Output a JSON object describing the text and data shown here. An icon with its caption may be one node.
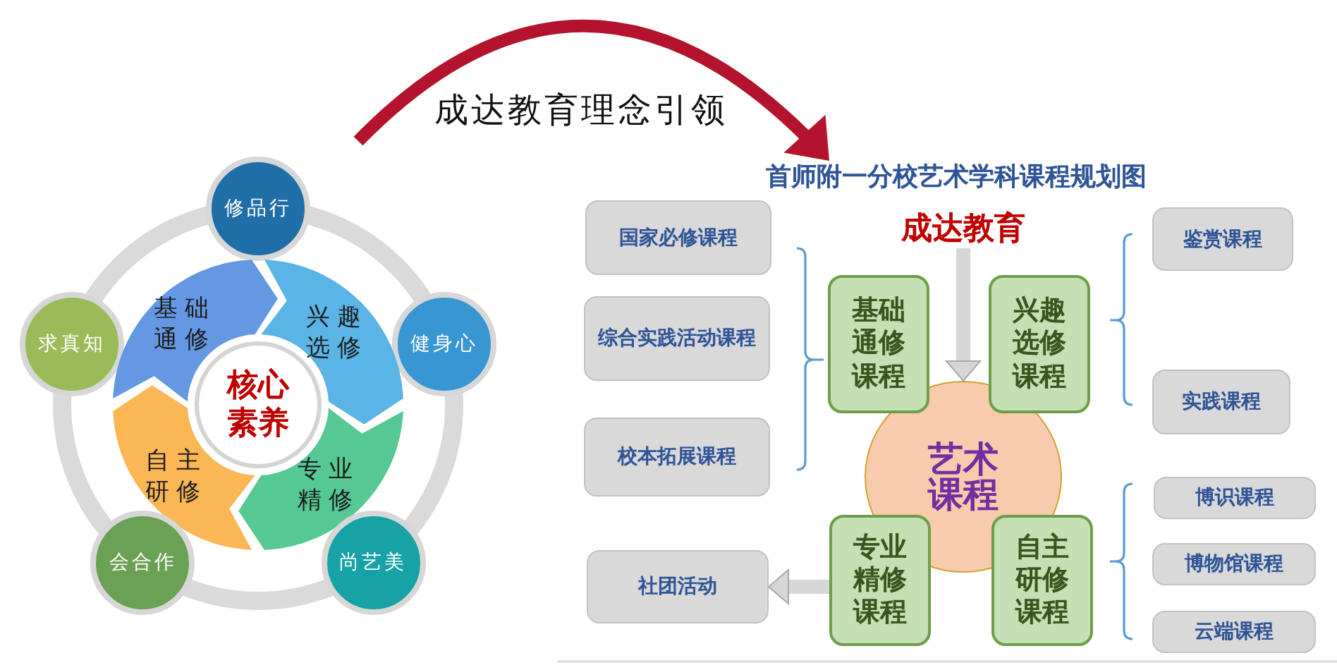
{
  "diagram": {
    "nodes": [
      {
        "text": [
          "修品行"
        ]
      },
      {
        "text": [
          "求真知"
        ]
      },
      {
        "text": [
          "健身心"
        ]
      },
      {
        "text": [
          "基础通修"
        ]
      },
      {
        "text": [
          "兴趣选修"
        ]
      },
      {
        "text": [
          "核心素养"
        ]
      },
      {
        "text": [
          "自主研修"
        ]
      },
      {
        "text": [
          "专业精修"
        ]
      },
      {
        "text": [
          "会合作"
        ]
      },
      {
        "text": [
          "尚艺美"
        ]
      },
      {
        "text": [
          "首师附一分校艺术学科课程规划图"
        ]
      },
      {
        "text": [
          "成达教育"
        ]
      },
      {
        "text": [
          "艺术课程"
        ]
      },
      {
        "text": [
          "基础通修课程"
        ]
      },
      {
        "text": [
          "兴趣选修课程"
        ]
      },
      {
        "text": [
          "专业精修课程"
        ]
      },
      {
        "text": [
          "自主研修课程"
        ]
      },
      {
        "text": [
          "国家必修课程"
        ]
      },
      {
        "text": [
          "综合实践活动课程"
        ]
      },
      {
        "text": [
          "校本拓展课程"
        ]
      },
      {
        "text": [
          "社团活动"
        ]
      },
      {
        "text": [
          "鉴赏课程"
        ]
      },
      {
        "text": [
          "实践课程"
        ]
      },
      {
        "text": [
          "博识课程"
        ]
      },
      {
        "text": [
          "博物馆课程"
        ]
      },
      {
        "text": [
          "云端课程"
        ]
      }
    ],
    "edges": [
      {
        "from": null,
        "to": 10,
        "arrow": "to",
        "label": "成达教育理念引领",
        "color": "#b3132c"
      },
      {
        "from": 11,
        "to": 12,
        "arrow": "to"
      },
      {
        "from": 15,
        "to": 20,
        "arrow": "to"
      }
    ]
  }
}
